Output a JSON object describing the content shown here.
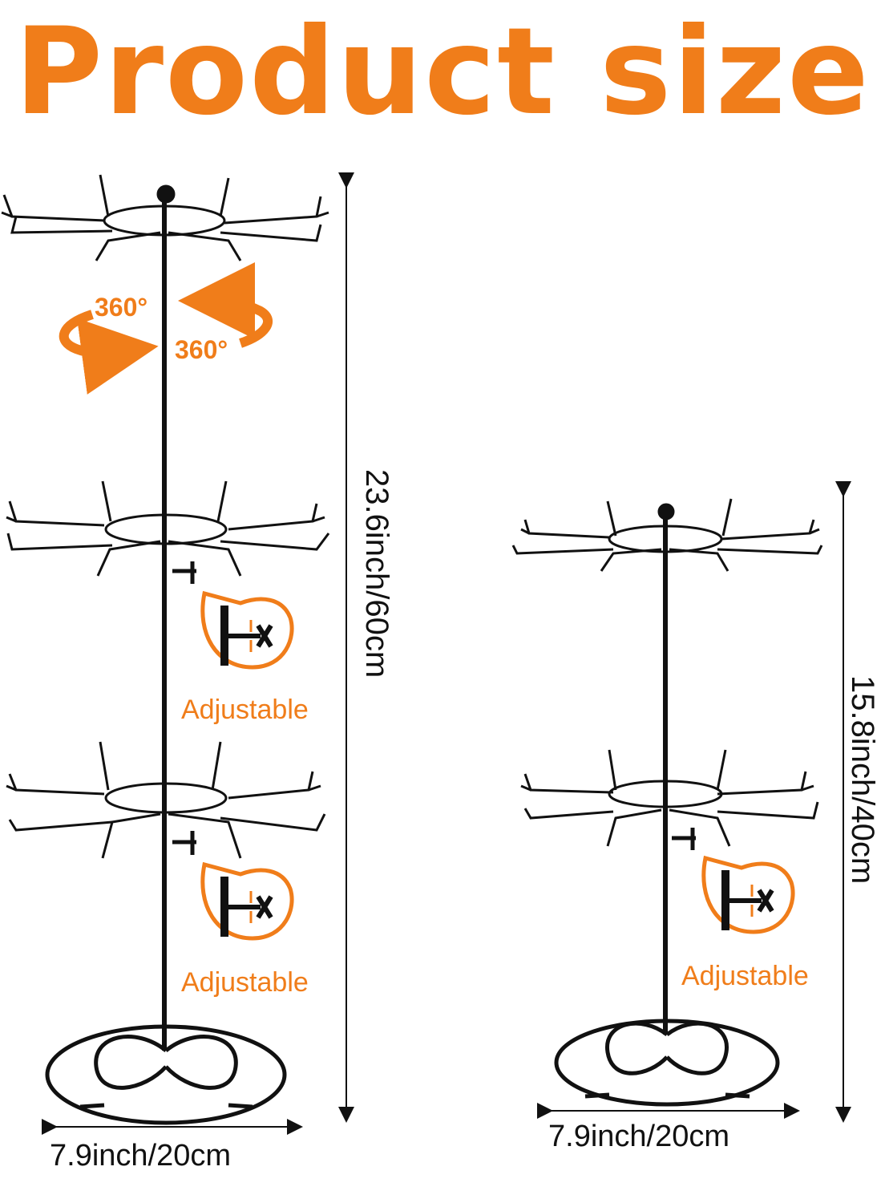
{
  "title": "Product size",
  "tall_rack": {
    "height_label": "23.6inch/60cm",
    "width_label": "7.9inch/20cm",
    "rotation_label_1": "360°",
    "rotation_label_2": "360°",
    "adjustable_label_1": "Adjustable",
    "adjustable_label_2": "Adjustable"
  },
  "short_rack": {
    "height_label": "15.8inch/40cm",
    "width_label": "7.9inch/20cm",
    "adjustable_label": "Adjustable"
  },
  "colors": {
    "accent": "#f07d1a",
    "metal": "#111111"
  }
}
